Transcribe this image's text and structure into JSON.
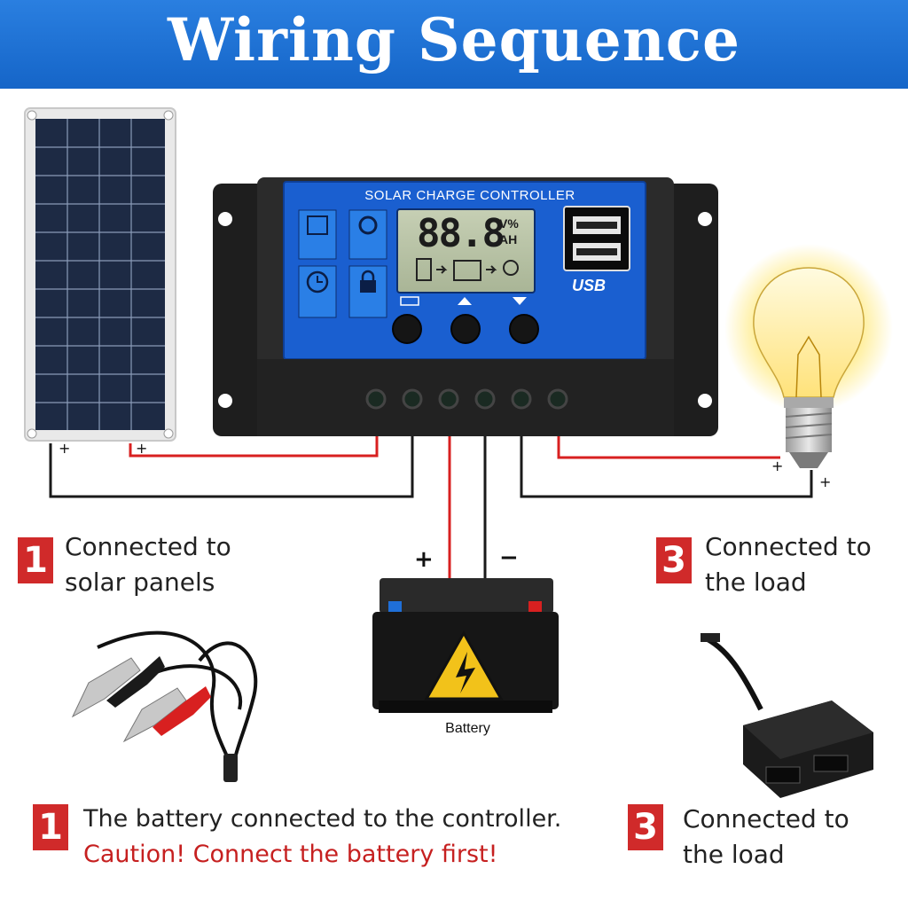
{
  "header": {
    "title": "Wiring Sequence"
  },
  "controller": {
    "title": "SOLAR CHARGE CONTROLLER",
    "lcd_digits": "88.8",
    "lcd_unit_top": "V%",
    "lcd_unit_bottom": "AH",
    "usb_label": "USB"
  },
  "steps": [
    {
      "badge": "1",
      "lines": [
        "Connected to",
        "solar panels"
      ]
    },
    {
      "badge": "3",
      "lines": [
        "Connected to",
        "the load"
      ]
    },
    {
      "badge": "1",
      "line1": "The battery connected to the controller.",
      "caution": "Caution! Connect the battery first!"
    },
    {
      "badge": "3",
      "lines": [
        "Connected to",
        "the load"
      ]
    }
  ],
  "battery": {
    "label": "Battery",
    "plus": "+",
    "minus": "−"
  },
  "polarity": {
    "plus": "+"
  },
  "colors": {
    "header_blue": "#1e6fd9",
    "badge_red": "#d02a2a",
    "caution_red": "#c62020",
    "wire_red": "#d82020",
    "panel_blue": "#1a5fd0"
  }
}
